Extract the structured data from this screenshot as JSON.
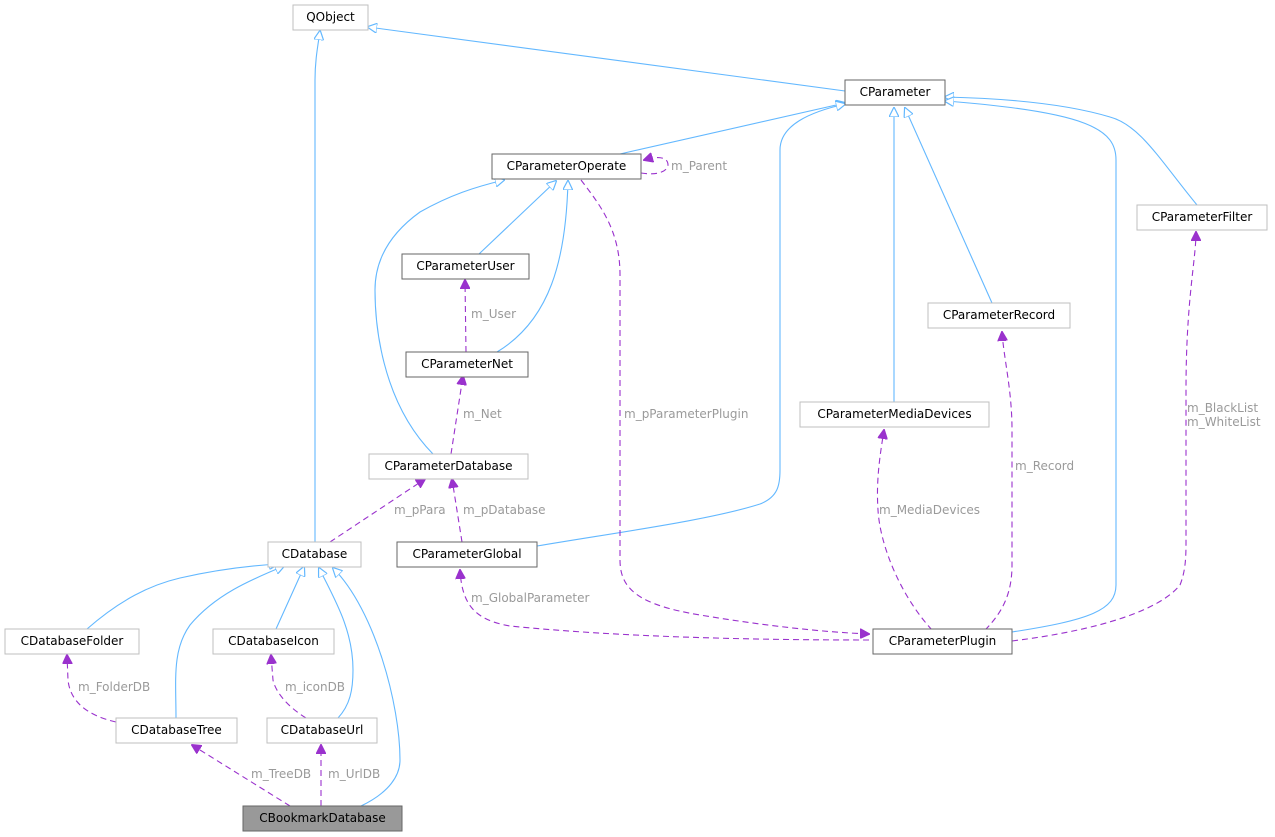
{
  "colors": {
    "inherit": "#63b8ff",
    "usage": "#9a32cd",
    "label": "#9a9a9a",
    "border_documented": "#666666",
    "border_undocumented": "#bfbfbf",
    "focus_fill": "#999999"
  },
  "nodes": {
    "qobject": "QObject",
    "cparameter": "CParameter",
    "cparameteroperate": "CParameterOperate",
    "cparameterfilter": "CParameterFilter",
    "cparameteruser": "CParameterUser",
    "cparameterrecord": "CParameterRecord",
    "cparameternet": "CParameterNet",
    "cparametermediadevices": "CParameterMediaDevices",
    "cparameterdatabase": "CParameterDatabase",
    "cdatabase": "CDatabase",
    "cparameterglobal": "CParameterGlobal",
    "cdatabasefolder": "CDatabaseFolder",
    "cdatabaseicon": "CDatabaseIcon",
    "cparameterplugin": "CParameterPlugin",
    "cdatabasetree": "CDatabaseTree",
    "cdatabaseurl": "CDatabaseUrl",
    "cbookmarkdatabase": "CBookmarkDatabase"
  },
  "labels": {
    "m_parent": "m_Parent",
    "m_user": "m_User",
    "m_net": "m_Net",
    "m_pparameterplugin": "m_pParameterPlugin",
    "m_blacklist": "m_BlackList",
    "m_whitelist": "m_WhiteList",
    "m_record": "m_Record",
    "m_ppara": "m_pPara",
    "m_pdatabase": "m_pDatabase",
    "m_mediadevices": "m_MediaDevices",
    "m_globalparameter": "m_GlobalParameter",
    "m_folderdb": "m_FolderDB",
    "m_icondb": "m_iconDB",
    "m_treedb": "m_TreeDB",
    "m_urldb": "m_UrlDB"
  }
}
